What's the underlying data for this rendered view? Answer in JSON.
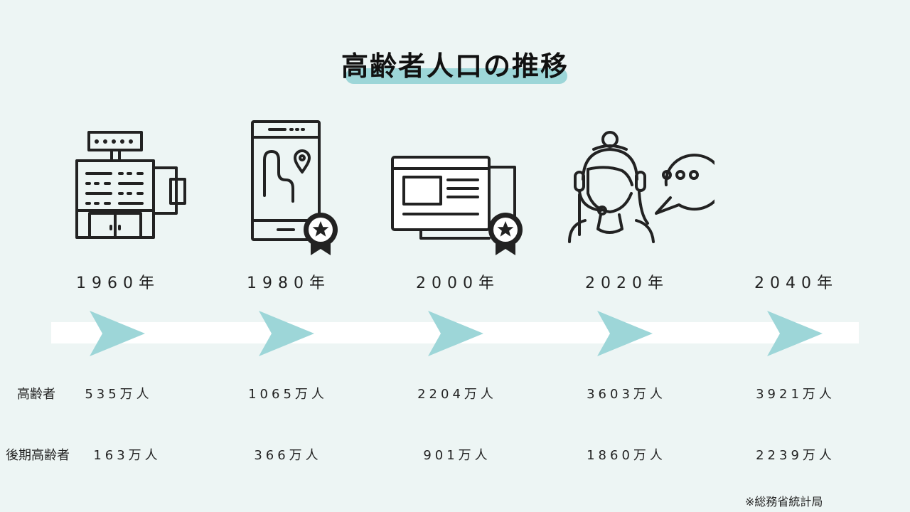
{
  "title": "高齢者人口の推移",
  "years": [
    "1960年",
    "1980年",
    "2000年",
    "2020年",
    "2040年"
  ],
  "rows": [
    {
      "label": "高齢者",
      "values": [
        "535万人",
        "1065万人",
        "2204万人",
        "3603万人",
        "3921万人"
      ]
    },
    {
      "label": "後期高齢者",
      "values": [
        "163万人",
        "366万人",
        "901万人",
        "1860万人",
        "2239万人"
      ]
    }
  ],
  "icons": [
    "hotel-icon",
    "smartphone-map-icon",
    "browser-window-icon",
    "support-agent-icon"
  ],
  "source": "※総務省統計局",
  "colors": {
    "background": "#edf5f4",
    "accent": "#9dd6d8",
    "track": "#ffffff",
    "ink": "#222222"
  },
  "chart_data": {
    "type": "table",
    "categories": [
      "1960年",
      "1980年",
      "2000年",
      "2020年",
      "2040年"
    ],
    "series": [
      {
        "name": "高齢者",
        "values": [
          535,
          1065,
          2204,
          3603,
          3921
        ],
        "unit": "万人"
      },
      {
        "name": "後期高齢者",
        "values": [
          163,
          366,
          901,
          1860,
          2239
        ],
        "unit": "万人"
      }
    ],
    "title": "高齢者人口の推移"
  }
}
